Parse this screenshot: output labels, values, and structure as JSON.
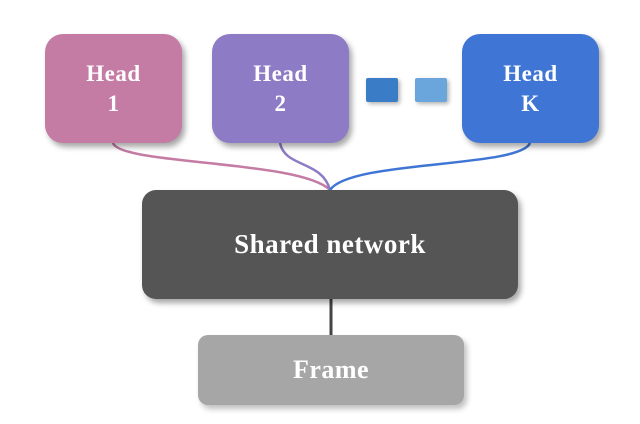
{
  "diagram": {
    "heads": [
      {
        "line1": "Head",
        "line2": "1",
        "color": "#c47ba4"
      },
      {
        "line1": "Head",
        "line2": "2",
        "color": "#8e7bc5"
      },
      {
        "line1": "Head",
        "line2": "K",
        "color": "#3f76d6"
      }
    ],
    "ellipsis_colors": [
      "#3a7cc6",
      "#6aa6dc"
    ],
    "shared_network": {
      "label": "Shared network",
      "color": "#555555"
    },
    "frame": {
      "label": "Frame",
      "color": "#a6a6a6"
    }
  }
}
